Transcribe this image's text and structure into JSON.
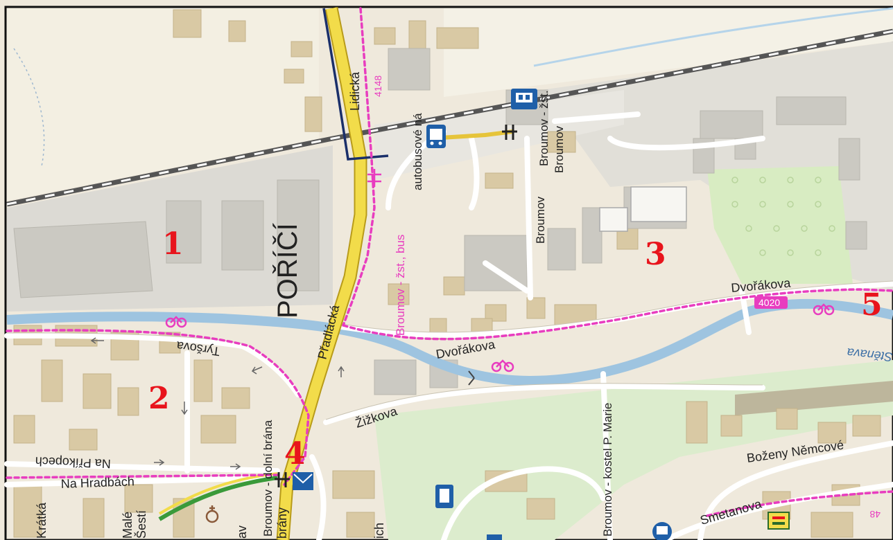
{
  "map": {
    "district": "POŘÍČÍ",
    "area_markers": [
      "1",
      "2",
      "3",
      "4",
      "5"
    ],
    "streets": {
      "lidicka": "Lidická",
      "pradlacka": "Přadlácká",
      "dvorakova_1": "Dvořákova",
      "dvorakova_2": "Dvořákova",
      "tyrsova": "Tyršova",
      "zizkova": "Žižkova",
      "na_prikopech": "Na Příkopech",
      "na_hradbach": "Na Hradbách",
      "bozeny_nemcove": "Boženy Němcové",
      "smetanova": "Smetanova",
      "kratka": "Krátká",
      "male": "Malé",
      "sesti": "Šestí",
      "av": "av",
      "ich": "ich",
      "brany": "brány"
    },
    "stops": {
      "broumov_zst_bus": "Broumov - žst., bus",
      "autobusove_na": "autobusové ná",
      "broumov_zst_1": "Broumov - žst.",
      "broumov_2": "Broumov",
      "broumov_3": "Broumov",
      "dolni_brana": "Broumov - dolní brána",
      "kostel": "Broumov - kostel P. Marie"
    },
    "route_numbers": {
      "r4148": "4148",
      "r4020": "4020",
      "r48": "48"
    },
    "river_label": "Stěnava",
    "colors": {
      "background": "#efe9dc",
      "building": "#d9c9a4",
      "industrial": "#cfcfcf",
      "river": "#9ec4e0",
      "main_road": "#f2dc4a",
      "cycle_route": "#e83dbf",
      "railway": "#555555",
      "park": "#d8ecc2",
      "marker": "#e8141c"
    }
  }
}
